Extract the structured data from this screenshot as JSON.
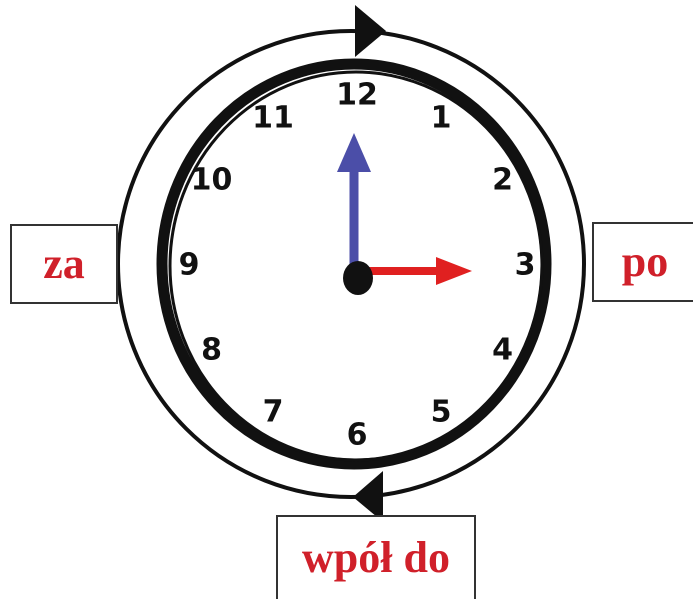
{
  "clock": {
    "numerals": [
      "12",
      "1",
      "2",
      "3",
      "4",
      "5",
      "6",
      "7",
      "8",
      "9",
      "10",
      "11"
    ],
    "time": {
      "hour": 3,
      "minute": 0
    },
    "minute_hand_color": "#4b4ea8",
    "hour_hand_color": "#e02020",
    "face_color": "#ffffff",
    "rim_color": "#111111",
    "direction": "clockwise"
  },
  "labels": {
    "left": "za",
    "right": "po",
    "bottom": "wpół do",
    "color": "#d0202a"
  }
}
